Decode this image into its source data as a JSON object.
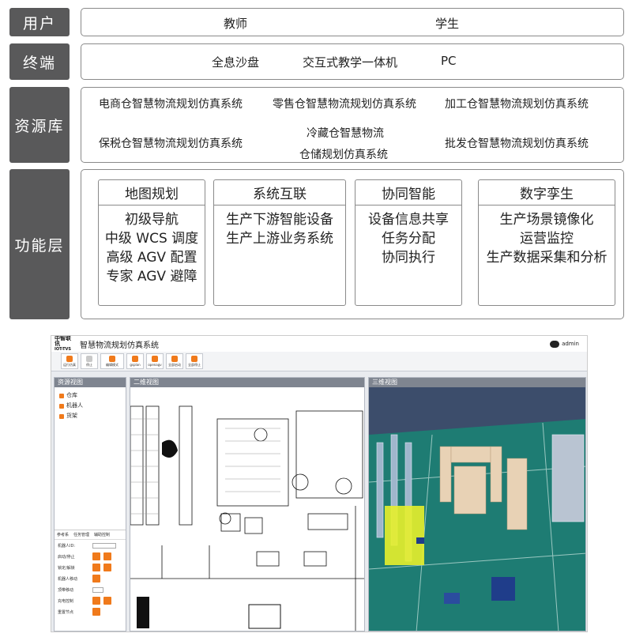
{
  "layers": {
    "user": {
      "label": "用户",
      "items": [
        "教师",
        "学生"
      ]
    },
    "terminal": {
      "label": "终端",
      "items": [
        "全息沙盘",
        "交互式教学一体机",
        "PC"
      ]
    },
    "resources": {
      "label": "资源库",
      "items": [
        "电商仓智慧物流规划仿真系统",
        "零售仓智慧物流规划仿真系统",
        "加工仓智慧物流规划仿真系统",
        "保税仓智慧物流规划仿真系统",
        "冷藏仓智慧物流",
        "仓储规划仿真系统",
        "批发仓智慧物流规划仿真系统"
      ]
    },
    "function": {
      "label": "功能层",
      "cards": [
        {
          "title": "地图规划",
          "items": [
            "初级导航",
            "中级 WCS 调度",
            "高级 AGV 配置",
            "专家 AGV 避障"
          ]
        },
        {
          "title": "系统互联",
          "items": [
            "生产下游智能设备",
            "生产上游业务系统"
          ]
        },
        {
          "title": "协同智能",
          "items": [
            "设备信息共享",
            "任务分配",
            "协同执行"
          ]
        },
        {
          "title": "数字孪生",
          "items": [
            "生产场景镜像化",
            "运营监控",
            "生产数据采集和分析"
          ]
        }
      ]
    }
  },
  "screenshot": {
    "logo_line1": "中智联讯",
    "logo_line2": "IOT-TVS",
    "app_title": "智慧物流规划仿真系统",
    "user": "admin",
    "toolbar": [
      "运行仿真",
      "停止",
      "编辑模式",
      "gsplan",
      "openagv",
      "全部启动",
      "全部停止"
    ],
    "panels": {
      "resource": "资源视图",
      "twod": "二维视图",
      "threed": "三维视图"
    },
    "tree": [
      "仓库",
      "机器人",
      "货架"
    ],
    "ctrl_tabs": [
      "参考系",
      "任务管理",
      "辅助控制"
    ],
    "ctrl_rows": [
      "机器人ID:",
      "启动/停止",
      "锁定/解锁",
      "机器人移动",
      "顶带移动",
      "充电控制",
      "重置节点"
    ]
  }
}
